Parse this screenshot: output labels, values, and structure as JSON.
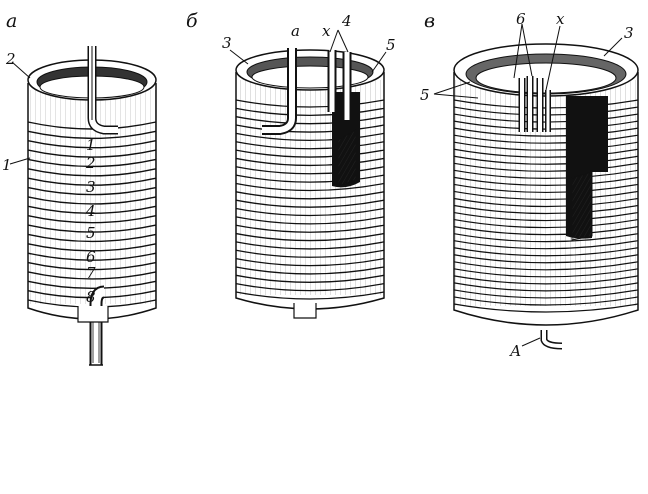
{
  "figures": [
    {
      "panel_label": "а",
      "labels": {
        "top": "2",
        "side": "1"
      },
      "turns": [
        "1",
        "2",
        "3",
        "4",
        "5",
        "6",
        "7",
        "8"
      ]
    },
    {
      "panel_label": "б",
      "labels": {
        "l3": "3",
        "la": "а",
        "lx": "х",
        "l4": "4",
        "l5": "5"
      }
    },
    {
      "panel_label": "в",
      "labels": {
        "l6": "6",
        "lx": "х",
        "l3": "3",
        "l5": "5",
        "lA": "А"
      }
    }
  ]
}
